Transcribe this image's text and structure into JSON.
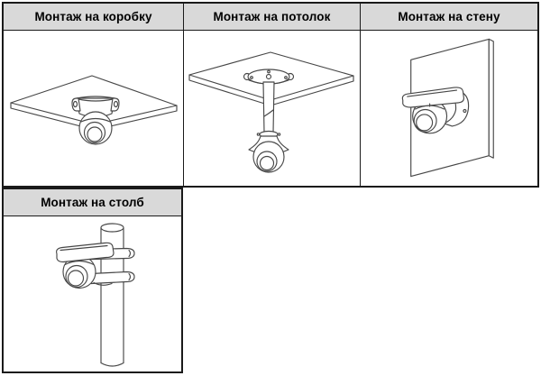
{
  "colors": {
    "header_background": "#d9d9d9",
    "table_border": "#1a1a1a",
    "line_art": "#474747",
    "header_text": "#000000"
  },
  "top_table": {
    "cells": [
      {
        "header": "Монтаж на коробку",
        "illustration": "turret-camera-under-junction-box-panel"
      },
      {
        "header": "Монтаж на потолок",
        "illustration": "turret-camera-on-ceiling-pendant-pole"
      },
      {
        "header": "Монтаж на стену",
        "illustration": "turret-camera-on-wall"
      }
    ]
  },
  "bottom_table": {
    "cells": [
      {
        "header": "Монтаж на столб",
        "illustration": "turret-camera-on-pole-with-clamps"
      }
    ]
  }
}
